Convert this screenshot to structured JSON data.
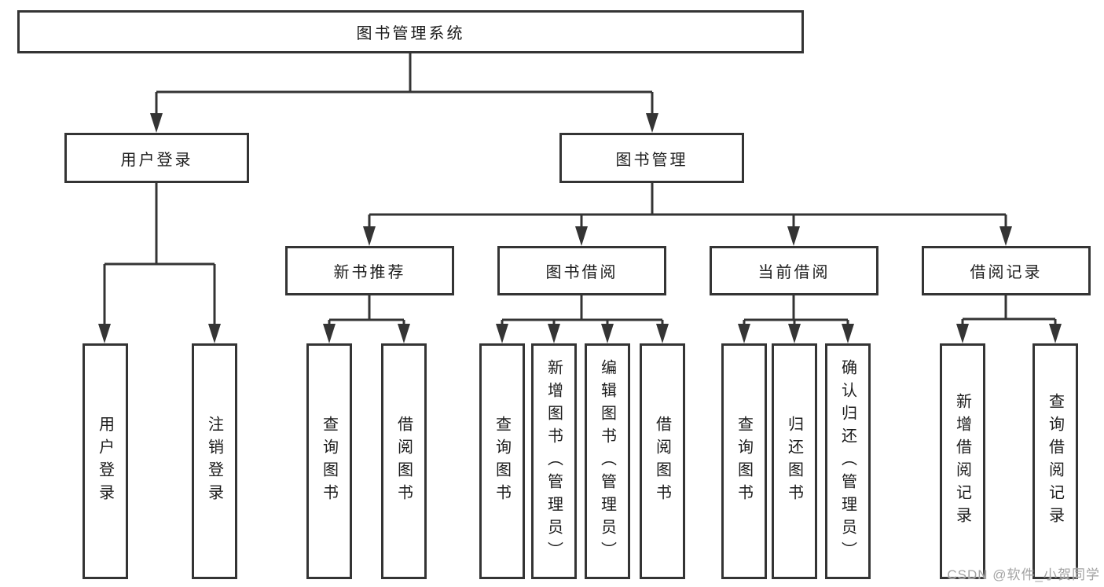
{
  "colors": {
    "line": "#343434",
    "box_border": "#343434",
    "text": "#1c1c1c",
    "watermark": "#a3a3a3",
    "background": "#ffffff"
  },
  "tree": {
    "root": {
      "label": "图书管理系统"
    },
    "children": [
      {
        "label": "用户登录",
        "children": [
          {
            "label": "用户登录"
          },
          {
            "label": "注销登录"
          }
        ]
      },
      {
        "label": "图书管理",
        "children": [
          {
            "label": "新书推荐",
            "children": [
              {
                "label": "查询图书"
              },
              {
                "label": "借阅图书"
              }
            ]
          },
          {
            "label": "图书借阅",
            "children": [
              {
                "label": "查询图书"
              },
              {
                "label": "新增图书（管理员）"
              },
              {
                "label": "编辑图书（管理员）"
              },
              {
                "label": "借阅图书"
              }
            ]
          },
          {
            "label": "当前借阅",
            "children": [
              {
                "label": "查询图书"
              },
              {
                "label": "归还图书"
              },
              {
                "label": "确认归还（管理员）"
              }
            ]
          },
          {
            "label": "借阅记录",
            "children": [
              {
                "label": "新增借阅记录"
              },
              {
                "label": "查询借阅记录"
              }
            ]
          }
        ]
      }
    ]
  },
  "watermark": {
    "text": "CSDN @软件_小贺同学"
  }
}
